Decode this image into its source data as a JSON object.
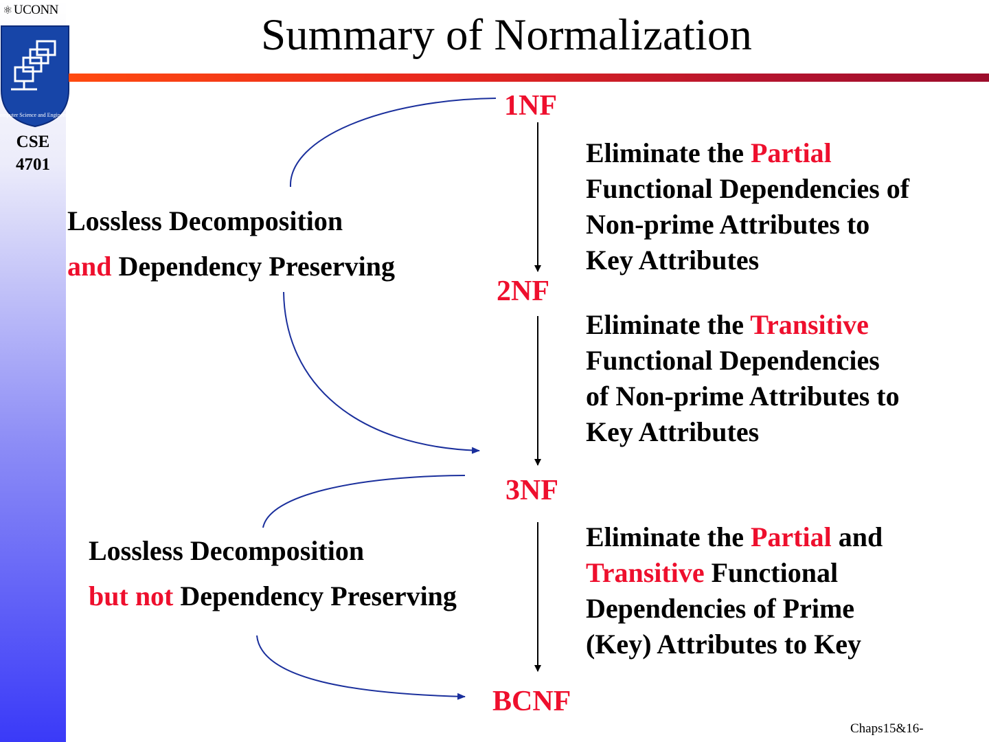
{
  "header": {
    "university": "UCONN",
    "title": "Summary of Normalization"
  },
  "course": {
    "line1": "CSE",
    "line2": "4701"
  },
  "logo": {
    "text": "Computer Science and Engineering",
    "icon": "networked-computers-shield"
  },
  "forms": {
    "nf1": "1NF",
    "nf2": "2NF",
    "nf3": "3NF",
    "bcnf": "BCNF"
  },
  "steps": [
    {
      "lines": [
        {
          "parts": [
            {
              "text": "Eliminate the "
            },
            {
              "text": "Partial",
              "red": true
            }
          ]
        },
        {
          "parts": [
            {
              "text": "Functional Dependencies of"
            }
          ]
        },
        {
          "parts": [
            {
              "text": "Non-prime Attributes to"
            }
          ]
        },
        {
          "parts": [
            {
              "text": "Key Attributes"
            }
          ]
        }
      ]
    },
    {
      "lines": [
        {
          "parts": [
            {
              "text": "Eliminate the "
            },
            {
              "text": "Transitive",
              "red": true
            }
          ]
        },
        {
          "parts": [
            {
              "text": "Functional Dependencies"
            }
          ]
        },
        {
          "parts": [
            {
              "text": "of Non-prime Attributes to"
            }
          ]
        },
        {
          "parts": [
            {
              "text": "Key Attributes"
            }
          ]
        }
      ]
    },
    {
      "lines": [
        {
          "parts": [
            {
              "text": "Eliminate the "
            },
            {
              "text": "Partial",
              "red": true
            },
            {
              "text": " and"
            }
          ]
        },
        {
          "parts": [
            {
              "text": "Transitive",
              "red": true
            },
            {
              "text": " Functional"
            }
          ]
        },
        {
          "parts": [
            {
              "text": "Dependencies of Prime"
            }
          ]
        },
        {
          "parts": [
            {
              "text": "(Key) Attributes to Key"
            }
          ]
        }
      ]
    }
  ],
  "properties": {
    "upper": {
      "line1": "Lossless Decomposition",
      "line2_red": "and",
      "line2_rest": " Dependency Preserving"
    },
    "lower": {
      "line1": "Lossless Decomposition",
      "line2_red": "but not",
      "line2_rest": " Dependency Preserving"
    }
  },
  "footer": {
    "text": "Chaps15&16-"
  },
  "colors": {
    "accent_red": "#ee0f2d",
    "curve_blue": "#1a2f9c",
    "sidebar_blue": "#3a3af8"
  }
}
